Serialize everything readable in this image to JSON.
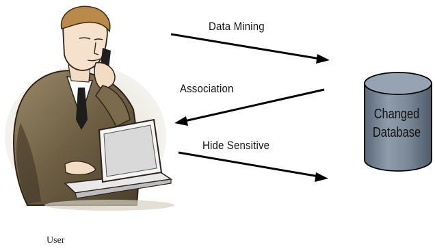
{
  "diagram": {
    "arrows": [
      {
        "label": "Data Mining",
        "direction": "user-to-database"
      },
      {
        "label": "Association",
        "direction": "database-to-user"
      },
      {
        "label": "Hide Sensitive",
        "direction": "user-to-database"
      }
    ],
    "database": {
      "line1": "Changed",
      "line2": "Database",
      "color": "#6f7f91"
    },
    "user": {
      "label": "User",
      "icon": "businessman-at-computer-icon"
    }
  }
}
